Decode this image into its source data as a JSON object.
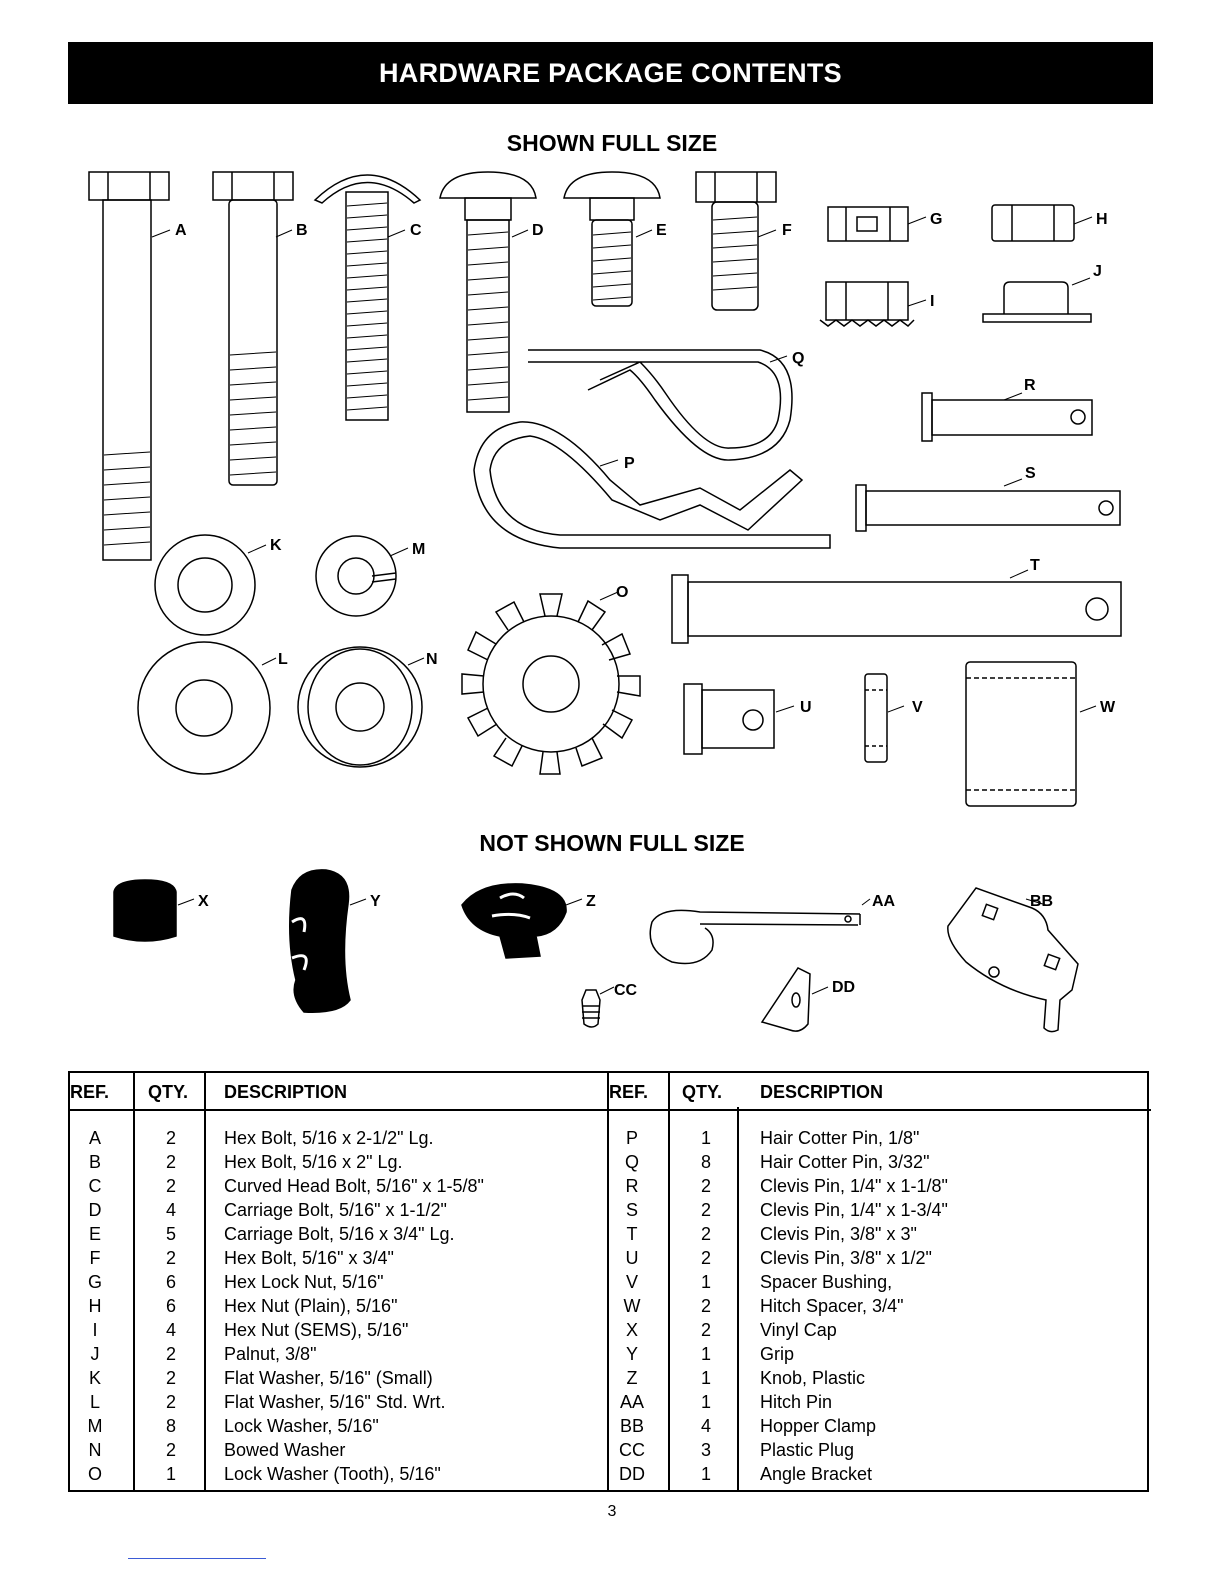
{
  "banner": {
    "title": "HARDWARE PACKAGE CONTENTS"
  },
  "sections": {
    "full_size": "SHOWN FULL SIZE",
    "not_full_size": "NOT SHOWN FULL SIZE"
  },
  "part_labels": [
    "A",
    "B",
    "C",
    "D",
    "E",
    "F",
    "G",
    "H",
    "I",
    "J",
    "K",
    "L",
    "M",
    "N",
    "O",
    "P",
    "Q",
    "R",
    "S",
    "T",
    "U",
    "V",
    "W",
    "X",
    "Y",
    "Z",
    "AA",
    "BB",
    "CC",
    "DD"
  ],
  "table": {
    "headers": {
      "ref": "REF.",
      "qty": "QTY.",
      "description": "DESCRIPTION"
    },
    "left_rows": [
      {
        "ref": "A",
        "qty": "2",
        "desc": "Hex Bolt, 5/16 x 2-1/2\" Lg."
      },
      {
        "ref": "B",
        "qty": "2",
        "desc": "Hex Bolt, 5/16 x 2\" Lg."
      },
      {
        "ref": "C",
        "qty": "2",
        "desc": "Curved Head Bolt, 5/16\" x 1-5/8\""
      },
      {
        "ref": "D",
        "qty": "4",
        "desc": "Carriage Bolt, 5/16\" x 1-1/2\""
      },
      {
        "ref": "E",
        "qty": "5",
        "desc": "Carriage Bolt, 5/16 x 3/4\" Lg."
      },
      {
        "ref": "F",
        "qty": "2",
        "desc": "Hex Bolt, 5/16\" x 3/4\""
      },
      {
        "ref": "G",
        "qty": "6",
        "desc": "Hex Lock Nut, 5/16\""
      },
      {
        "ref": "H",
        "qty": "6",
        "desc": "Hex Nut (Plain), 5/16\""
      },
      {
        "ref": "I",
        "qty": "4",
        "desc": "Hex Nut (SEMS), 5/16\""
      },
      {
        "ref": "J",
        "qty": "2",
        "desc": "Palnut, 3/8\""
      },
      {
        "ref": "K",
        "qty": "2",
        "desc": "Flat Washer, 5/16\" (Small)"
      },
      {
        "ref": "L",
        "qty": "2",
        "desc": "Flat Washer, 5/16\" Std. Wrt."
      },
      {
        "ref": "M",
        "qty": "8",
        "desc": "Lock Washer, 5/16\""
      },
      {
        "ref": "N",
        "qty": "2",
        "desc": "Bowed Washer"
      },
      {
        "ref": "O",
        "qty": "1",
        "desc": "Lock Washer (Tooth), 5/16\""
      }
    ],
    "right_rows": [
      {
        "ref": "P",
        "qty": "1",
        "desc": "Hair Cotter Pin, 1/8\""
      },
      {
        "ref": "Q",
        "qty": "8",
        "desc": "Hair Cotter Pin, 3/32\""
      },
      {
        "ref": "R",
        "qty": "2",
        "desc": "Clevis Pin, 1/4\" x 1-1/8\""
      },
      {
        "ref": "S",
        "qty": "2",
        "desc": "Clevis Pin, 1/4\" x 1-3/4\""
      },
      {
        "ref": "T",
        "qty": "2",
        "desc": "Clevis Pin, 3/8\" x 3\""
      },
      {
        "ref": "U",
        "qty": "2",
        "desc": "Clevis Pin, 3/8\" x 1/2\""
      },
      {
        "ref": "V",
        "qty": "1",
        "desc": "Spacer Bushing,"
      },
      {
        "ref": "W",
        "qty": "2",
        "desc": "Hitch Spacer, 3/4\""
      },
      {
        "ref": "X",
        "qty": "2",
        "desc": "Vinyl Cap"
      },
      {
        "ref": "Y",
        "qty": "1",
        "desc": "Grip"
      },
      {
        "ref": "Z",
        "qty": "1",
        "desc": "Knob, Plastic"
      },
      {
        "ref": "AA",
        "qty": "1",
        "desc": "Hitch Pin"
      },
      {
        "ref": "BB",
        "qty": "4",
        "desc": "Hopper Clamp"
      },
      {
        "ref": "CC",
        "qty": "3",
        "desc": "Plastic Plug"
      },
      {
        "ref": "DD",
        "qty": "1",
        "desc": "Angle Bracket"
      }
    ]
  },
  "page_number": "3"
}
